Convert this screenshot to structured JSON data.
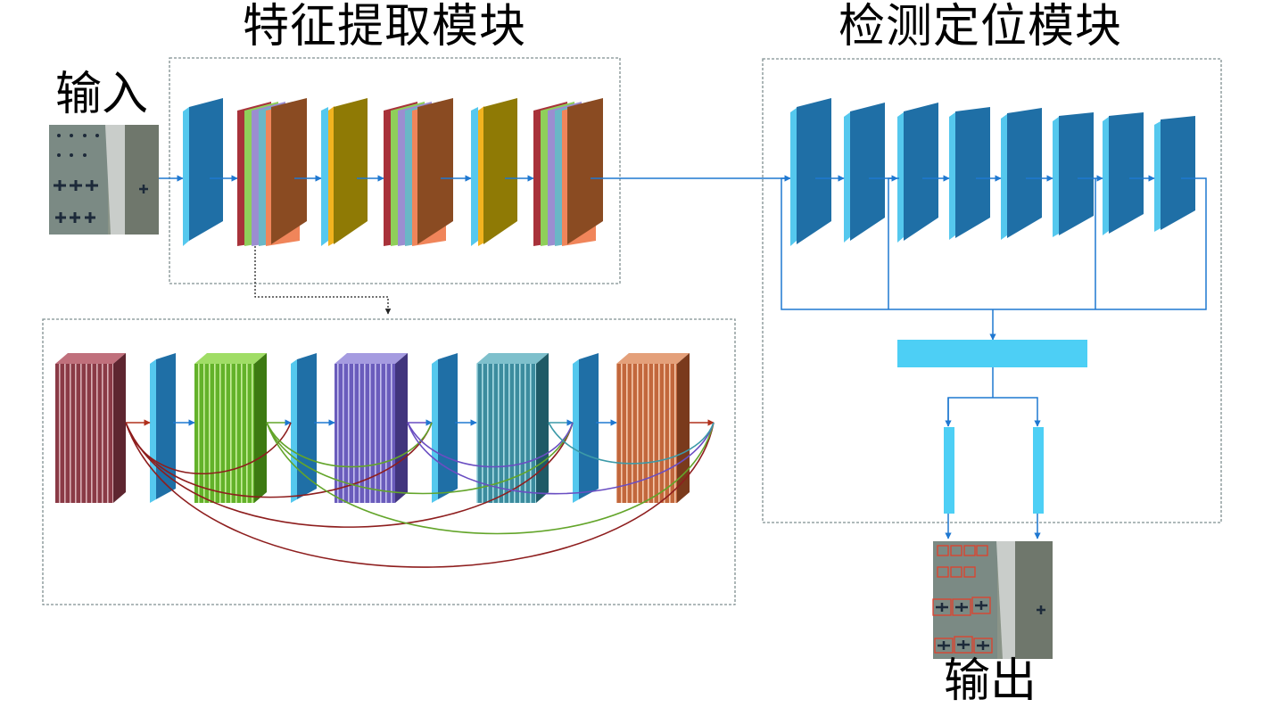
{
  "diagram": {
    "feature_module_title": "特征提取模块",
    "detection_module_title": "检测定位模块",
    "input_label": "输入",
    "output_label": "输出"
  },
  "colors": {
    "conv_face": "#1f6fa6",
    "conv_side": "#55c8ee",
    "arrow": "#1f78d1",
    "dashed_border": "#7f8f90",
    "fusion_bar": "#4dcff5",
    "dense_block_colors": [
      "#a8323a",
      "#8fcf5a",
      "#9b8ed0",
      "#6ab7c6",
      "#f0855a"
    ],
    "transition_colors": [
      "#f2b31f",
      "#8f7a05"
    ],
    "detail_blocks": [
      "#8a3a46",
      "#63b22a",
      "#6a5cbc",
      "#3c8c9e",
      "#c2673c"
    ],
    "skip_colors": [
      "#8e1e1e",
      "#63a52a",
      "#6a4ec2",
      "#3c9aa8"
    ],
    "image_ground": "#8a9488",
    "image_runway": "#c9cdca",
    "detection_box": "#e0402c"
  },
  "icons": {
    "input_image": "aerial-airfield-image",
    "output_image": "aerial-airfield-detection-image"
  }
}
